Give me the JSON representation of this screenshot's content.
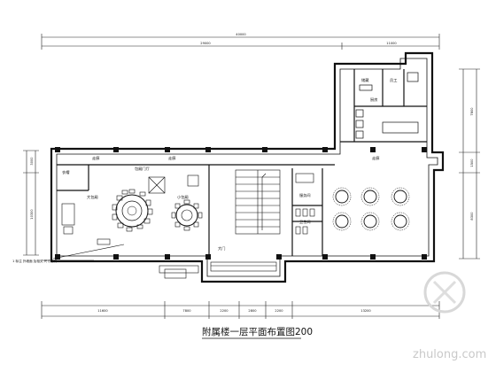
{
  "title": "附属楼一层平面布置图200",
  "watermark": "zhulong.com",
  "dimensions": {
    "top_total": "40000",
    "top_left": "29000",
    "top_right": "11000",
    "bottom_segments": [
      "11600",
      "7800",
      "2200",
      "2800",
      "2200",
      "13200"
    ],
    "right_segments": [
      "7800",
      "1500",
      "8300"
    ],
    "left_segments": [
      "3000",
      "10300"
    ]
  },
  "rooms": {
    "large_banquet": "大包厢",
    "small_banquet": "小包厢",
    "corridor_left": "走廊",
    "corridor_mid": "走廊",
    "corridor_right": "走廊",
    "private_room": "包厢门厅",
    "service": "服务间",
    "restroom": "卫生间",
    "entrance": "大门",
    "kitchen": "厨房",
    "storage": "储藏",
    "staff": "员工",
    "coat": "衣帽",
    "note": "1 标注 外墙面 及相关 尺寸说明"
  }
}
